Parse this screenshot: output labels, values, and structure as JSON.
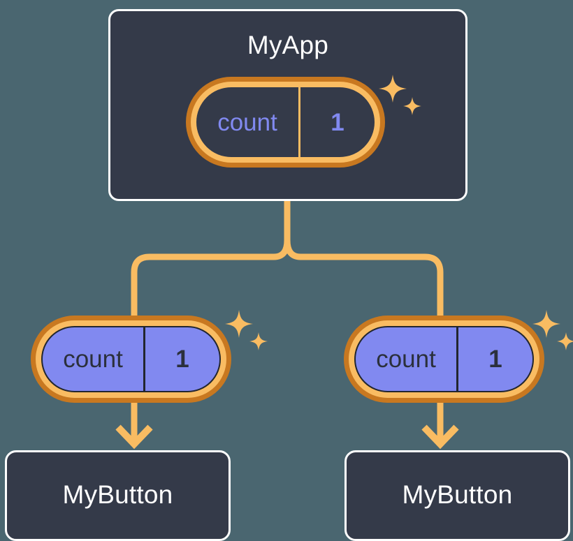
{
  "diagram": {
    "title_hidden": "",
    "background_color": "#4a6670",
    "card_fill": "#343a49",
    "card_border": "#ffffff",
    "ring_outer_color": "#c87820",
    "ring_inner_color": "#f9bc62",
    "pill_fill_purple": "#8189f0",
    "connector_color": "#f9bc62",
    "text_purple": "#8189f0",
    "text_dark": "#2b303c",
    "text_white": "#ffffff"
  },
  "root": {
    "name": "MyApp",
    "state": {
      "key": "count",
      "value": "1"
    },
    "sparkle": "sparkle-icon"
  },
  "children": [
    {
      "name": "MyButton",
      "state": {
        "key": "count",
        "value": "1"
      },
      "sparkle": "sparkle-icon"
    },
    {
      "name": "MyButton",
      "state": {
        "key": "count",
        "value": "1"
      },
      "sparkle": "sparkle-icon"
    }
  ],
  "edges": {
    "trunk": "vertical-connector",
    "branch": "branch-connector",
    "arrow": "arrow-down-icon"
  }
}
